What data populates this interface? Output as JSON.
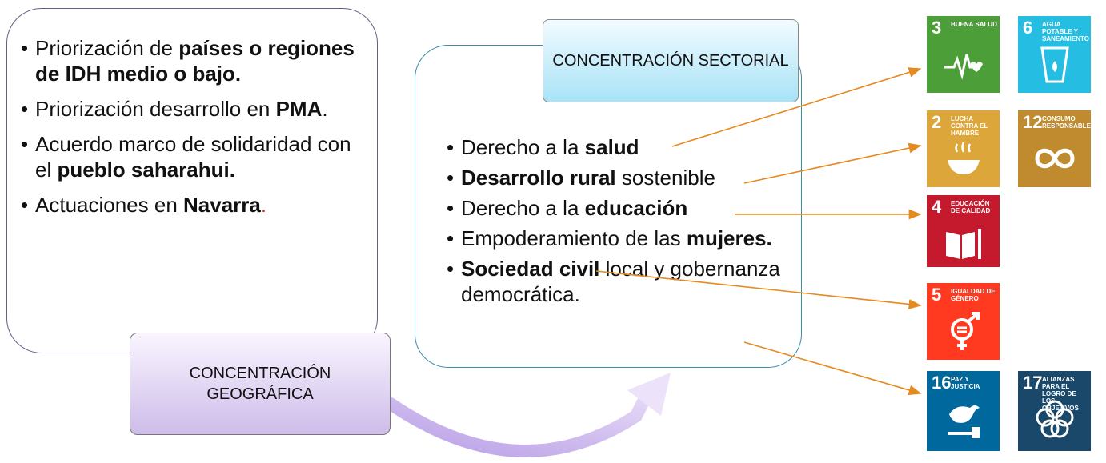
{
  "geografica": {
    "label_line1": "CONCENTRACIÓN",
    "label_line2": "GEOGRÁFICA",
    "bullets": [
      [
        {
          "t": "Priorización de "
        },
        {
          "t": "países  o regiones de IDH medio o bajo.",
          "b": true
        }
      ],
      [
        {
          "t": "Priorización  desarrollo en "
        },
        {
          "t": "PMA",
          "b": true
        },
        {
          "t": "."
        }
      ],
      [
        {
          "t": "Acuerdo marco de solidaridad con el "
        },
        {
          "t": "pueblo saharahui.",
          "b": true
        }
      ],
      [
        {
          "t": " Actuaciones en "
        },
        {
          "t": "Navarra",
          "b": true
        },
        {
          "t": ".",
          "red": true
        }
      ]
    ]
  },
  "sectorial": {
    "label": "CONCENTRACIÓN SECTORIAL",
    "bullets": [
      [
        {
          "t": "Derecho a la "
        },
        {
          "t": "salud",
          "b": true
        }
      ],
      [
        {
          "t": "Desarrollo rural",
          "b": true
        },
        {
          "t": " sostenible"
        }
      ],
      [
        {
          "t": "Derecho a la "
        },
        {
          "t": "educación",
          "b": true
        }
      ],
      [
        {
          "t": "Empoderamiento de las "
        },
        {
          "t": "mujeres.",
          "b": true
        }
      ],
      [
        {
          "t": "Sociedad civil",
          "b": true
        },
        {
          "t": " local y gobernanza democrática."
        }
      ]
    ]
  },
  "sdgs": [
    {
      "num": "3",
      "title": "BUENA SALUD",
      "color": "#4c9f38",
      "icon": "heartbeat-icon"
    },
    {
      "num": "6",
      "title": "AGUA POTABLE Y SANEAMIENTO",
      "color": "#26bde2",
      "icon": "water-glass-icon"
    },
    {
      "num": "2",
      "title": "LUCHA CONTRA EL HAMBRE",
      "color": "#dda63a",
      "icon": "bowl-icon"
    },
    {
      "num": "12",
      "title": "CONSUMO RESPONSABLE",
      "color": "#bf8b2e",
      "icon": "infinity-icon"
    },
    {
      "num": "4",
      "title": "EDUCACIÓN DE CALIDAD",
      "color": "#c5192d",
      "icon": "book-pencil-icon"
    },
    {
      "num": "5",
      "title": "IGUALDAD DE GÉNERO",
      "color": "#ff3a21",
      "icon": "gender-equality-icon"
    },
    {
      "num": "16",
      "title": "PAZ Y JUSTICIA",
      "color": "#00689d",
      "icon": "dove-gavel-icon"
    },
    {
      "num": "17",
      "title": "ALIANZAS PARA EL LOGRO DE LOS OBJETIVOS",
      "color": "#19486a",
      "icon": "flower-rings-icon"
    }
  ],
  "colors": {
    "arrow": "#e58a1f",
    "geo_border": "#6b5a86",
    "sec_border": "#3a8aa8",
    "curve": "#c9b5ea"
  }
}
